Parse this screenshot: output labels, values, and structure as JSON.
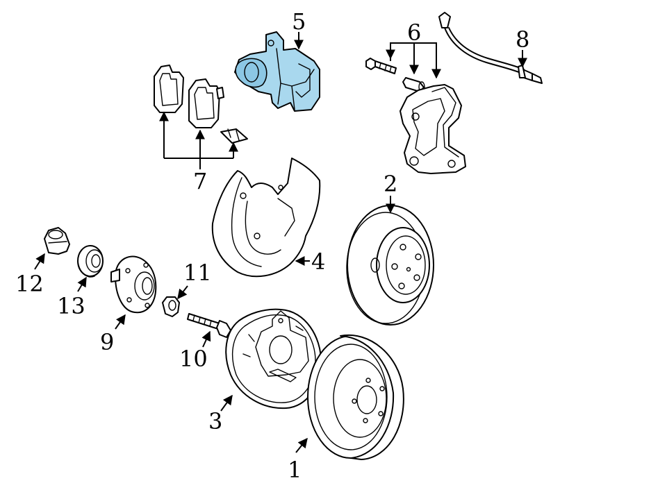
{
  "diagram": {
    "highlight_color": "#a9d8ee",
    "callouts": [
      "1",
      "2",
      "3",
      "4",
      "5",
      "6",
      "7",
      "8",
      "9",
      "10",
      "11",
      "12",
      "13"
    ]
  }
}
